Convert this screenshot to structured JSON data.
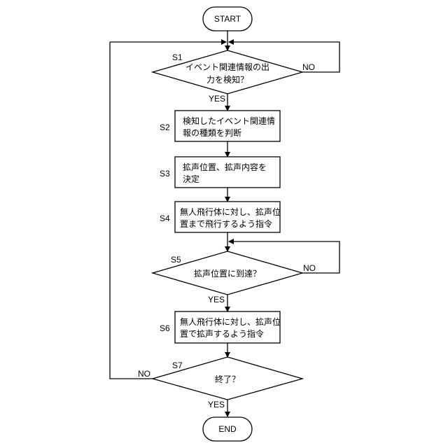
{
  "terminals": {
    "start": "START",
    "end": "END"
  },
  "steps": {
    "s1": {
      "id": "S1",
      "lines": [
        "イベント関連情報の出",
        "力を検知？"
      ]
    },
    "s2": {
      "id": "S2",
      "lines": [
        "検知したイベント関連情",
        "報の種類を判断"
      ]
    },
    "s3": {
      "id": "S3",
      "lines": [
        "拡声位置、拡声内容を",
        "決定"
      ]
    },
    "s4": {
      "id": "S4",
      "lines": [
        "無人飛行体に対し、拡声位",
        "置まで飛行するよう指令"
      ]
    },
    "s5": {
      "id": "S5",
      "lines": [
        "拡声位置に到達？"
      ]
    },
    "s6": {
      "id": "S6",
      "lines": [
        "無人飛行体に対し、拡声位",
        "置で拡声するよう指令"
      ]
    },
    "s7": {
      "id": "S7",
      "lines": [
        "終了？"
      ]
    }
  },
  "edge_labels": {
    "s1_no": "NO",
    "s1_yes": "YES",
    "s5_no": "NO",
    "s5_yes": "YES",
    "s7_no": "NO",
    "s7_yes": "YES"
  }
}
